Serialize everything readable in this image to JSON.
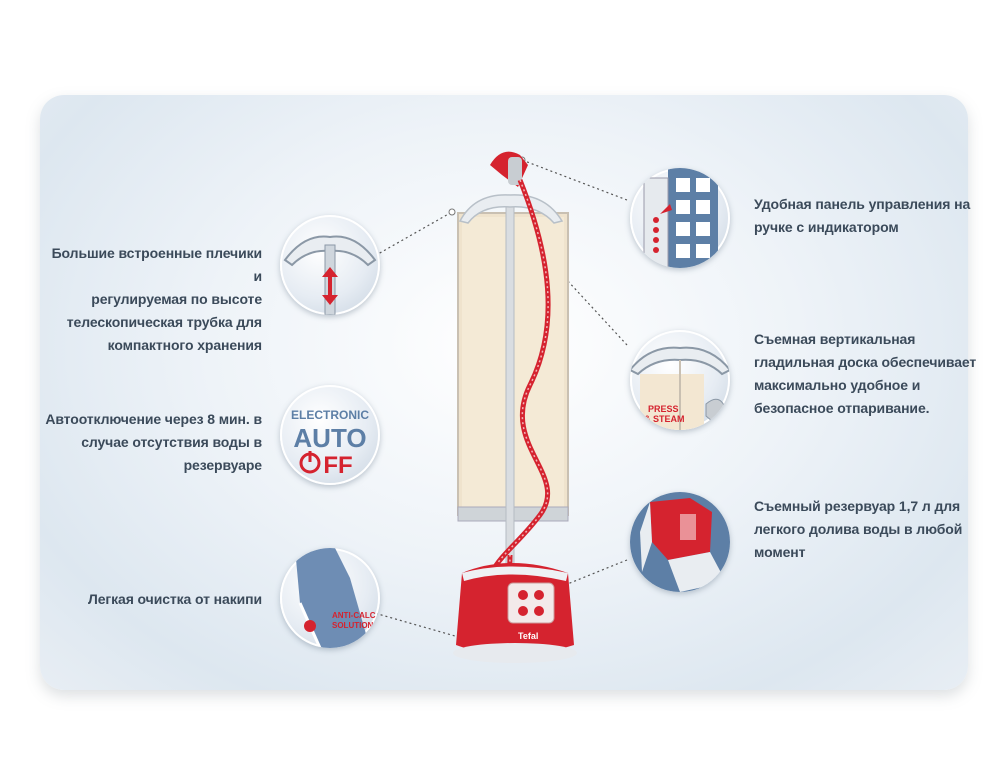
{
  "features": {
    "hanger": "Большие встроенные плечики и\nрегулируемая по высоте\nтелескопическая трубка для\nкомпактного хранения",
    "autooff": "Автоотключение через 8 мин. в\nслучае отсутствия воды в\nрезервуаре",
    "anticalc": "Легкая очистка от накипи",
    "panel": "Удобная панель управления на\nручке с индикатором",
    "board": "Съемная вертикальная\nгладильная доска обеспечивает\nмаксимально удобное и\nбезопасное отпаривание.",
    "tank": "Съемный резервуар 1,7 л для\nлегкого долива воды в любой\nмомент"
  },
  "badges": {
    "electronic": "ELECTRONIC",
    "auto": "AUTO",
    "off": "FF",
    "press": "PRESS",
    "steam": "& STEAM",
    "anti": "ANTI-CALC",
    "solution": "SOLUTION",
    "brand": "Tefal"
  },
  "colors": {
    "accent": "#d5232f",
    "text": "#3b4a5a",
    "panel_blue": "#5d7fa6"
  }
}
